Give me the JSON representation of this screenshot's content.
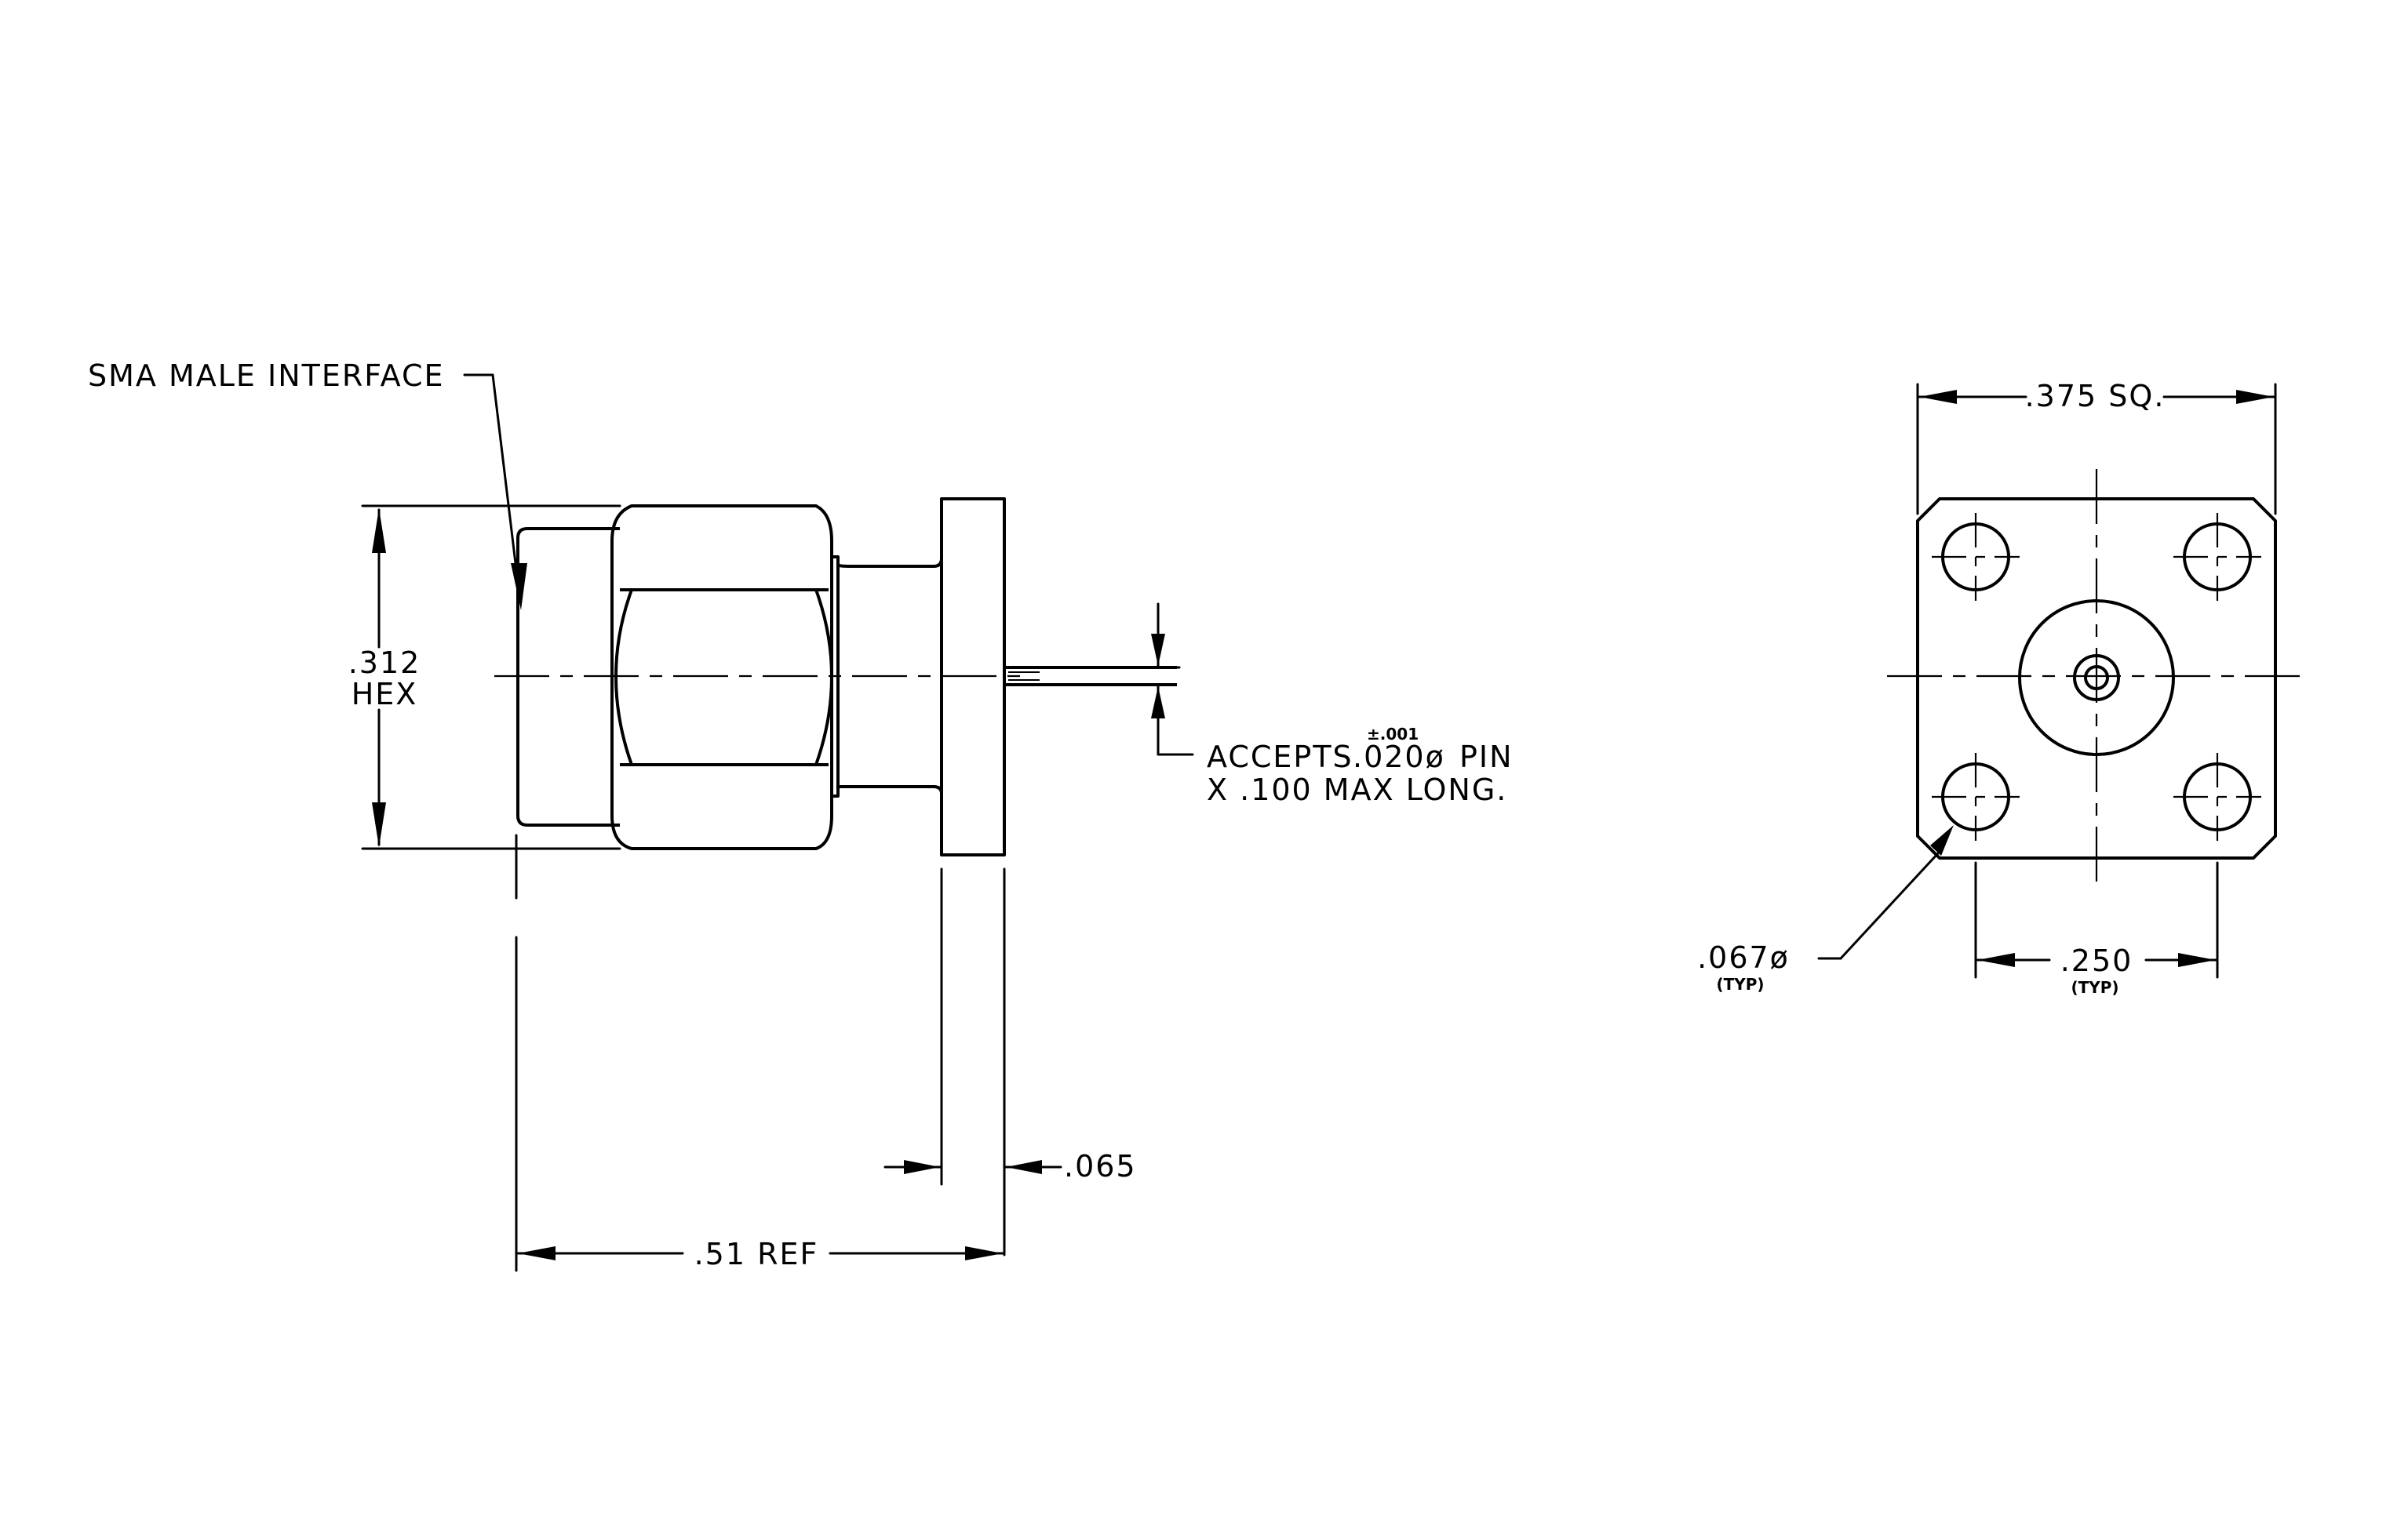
{
  "labels": {
    "interface": "SMA MALE INTERFACE",
    "hex_value": ".312",
    "hex_word": "HEX",
    "pin_accepts": "ACCEPTS",
    "pin_diameter": ".020ø",
    "pin_word": "PIN",
    "pin_tolerance": "±.001",
    "pin_length": "X .100 MAX LONG.",
    "flange_thickness": ".065",
    "overall_length": ".51 REF",
    "flange_square": ".375 SQ.",
    "hole_diameter": ".067ø",
    "hole_typ": "(TYP)",
    "hole_spacing": ".250",
    "spacing_typ": "(TYP)"
  },
  "colors": {
    "line": "#000000",
    "background": "#ffffff"
  }
}
